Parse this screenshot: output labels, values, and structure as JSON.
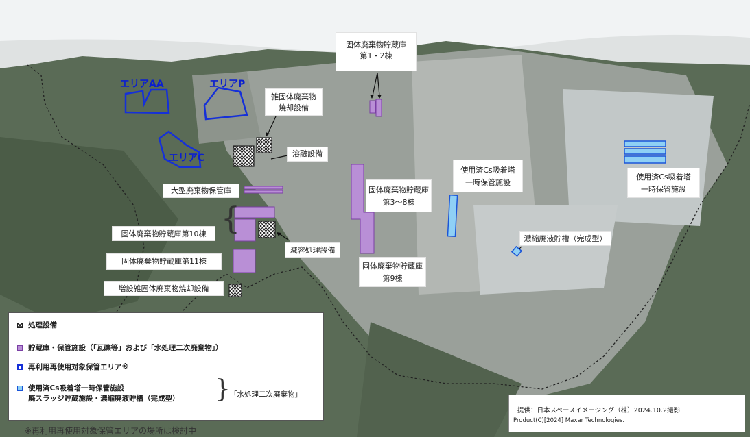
{
  "labels": {
    "solid_waste_12": [
      "固体廃棄物貯蔵庫",
      "第1・2棟"
    ],
    "misc_incinerator": [
      "雑固体廃棄物",
      "焼却設備"
    ],
    "melting": "溶融設備",
    "large_waste": "大型廃棄物保管庫",
    "solid_waste_3_8": [
      "固体廃棄物貯蔵庫",
      "第3〜8棟"
    ],
    "cs_tower_center": [
      "使用済Cs吸着塔",
      "一時保管施設"
    ],
    "cs_tower_right": [
      "使用済Cs吸着塔",
      "一時保管施設"
    ],
    "solid_waste_10": "固体廃棄物貯蔵庫第10棟",
    "volume_reduction": "減容処理設備",
    "solid_waste_11": "固体廃棄物貯蔵庫第11棟",
    "solid_waste_9": [
      "固体廃棄物貯蔵庫",
      "第9棟"
    ],
    "concentrated_tank": "濃縮廃液貯槽（完成型）",
    "additional_incinerator": "増設雑固体廃棄物焼却設備"
  },
  "areas": {
    "aa": "エリアAA",
    "p": "エリアP",
    "c": "エリアC"
  },
  "legend": {
    "treatment": "処理設備",
    "storage": "貯蔵庫・保管施設（「瓦礫等」および「水処理二次廃棄物」）",
    "reuse_area": "再利用再使用対象保管エリア※",
    "cs_line1": "使用済Cs吸着塔一時保管施設",
    "cs_line2": "廃スラッジ貯蔵施設・濃縮廃液貯槽（完成型）",
    "water_secondary": "「水処理二次廃棄物」"
  },
  "note": "※再利用再使用対象保管エリアの場所は検討中",
  "credit": {
    "line1": "提供：日本スペースイメージング（株）2024.10.2撮影",
    "line2": "Product(C)[2024] Maxar Technologies."
  },
  "colors": {
    "storage_fill": "#b98fd6",
    "storage_stroke": "#7a3fa4",
    "area_outline": "#1530d8",
    "cs_fill": "#8fd0f5",
    "cs_stroke": "#1a55d8",
    "site_boundary": "#222222"
  }
}
